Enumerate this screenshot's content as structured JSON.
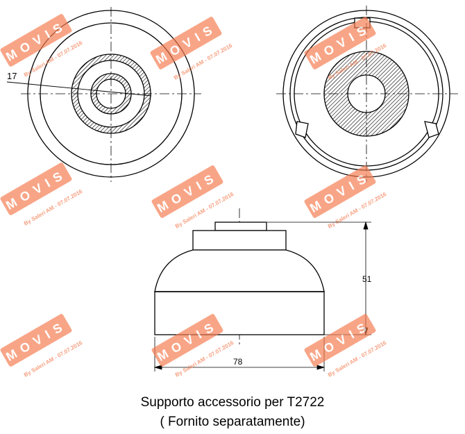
{
  "dimensions": {
    "top_view_diameter": "17",
    "height": "51",
    "width": "78"
  },
  "caption": {
    "line1": "Supporto accessorio per T2722",
    "line2": "( Fornito separatamente)"
  },
  "watermark": {
    "brand": "MOVIS",
    "byline": "By Saleri AM - 07.07.2016",
    "color": "#f47a4f"
  }
}
